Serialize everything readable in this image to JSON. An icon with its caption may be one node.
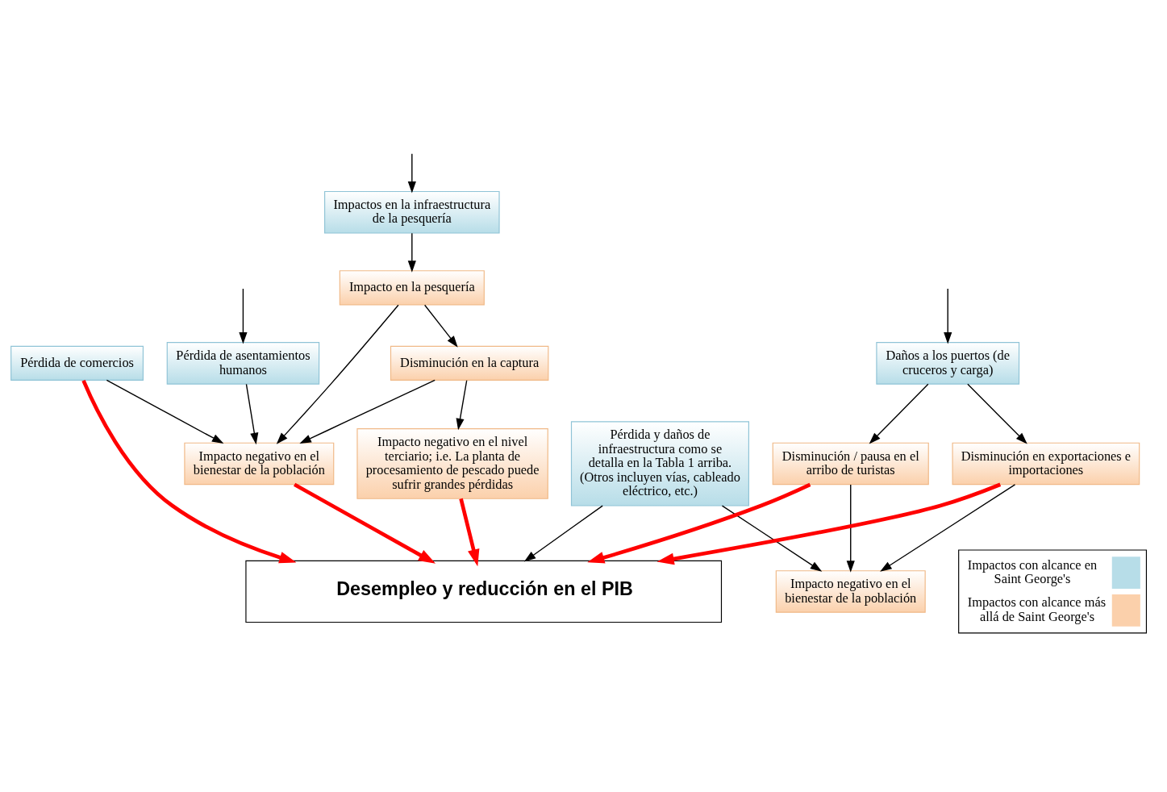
{
  "diagram": {
    "nodes": [
      {
        "text": [
          "Pérdida de asentamientos humanos"
        ]
      },
      {
        "text": [
          "Pérdida de comercios"
        ]
      },
      {
        "text": [
          "Impactos en la infraestructura de la pesquería"
        ]
      },
      {
        "text": [
          "Daños a los puertos (de cruceros y carga)"
        ]
      },
      {
        "text": [
          "Pérdida y daños de infraestructura como se detalla en la Tabla 1 arriba. (Otros incluyen vías, cableado eléctrico, etc.)"
        ]
      },
      {
        "text": [
          "Impacto negativo en el bienestar de la población"
        ]
      },
      {
        "text": [
          "Impacto en la pesquería"
        ]
      },
      {
        "text": [
          "Disminución / pausa en el arribo de turistas"
        ]
      },
      {
        "text": [
          "Disminución en exportaciones e importaciones"
        ]
      },
      {
        "text": [
          "Disminución en la captura"
        ]
      },
      {
        "text": [
          "Impacto negativo en el bienestar de la población"
        ]
      },
      {
        "text": [
          "Impacto negativo en el nivel terciario; i.e. La planta de procesamiento de pescado puede sufrir grandes pérdidas"
        ]
      },
      {
        "text": [
          "Desempleo y reducción en el PIB"
        ]
      }
    ],
    "edges": [
      {
        "from": null,
        "to": 0,
        "arrow": "to"
      },
      {
        "from": null,
        "to": 2,
        "arrow": "to"
      },
      {
        "from": null,
        "to": 3,
        "arrow": "to"
      },
      {
        "from": 0,
        "to": 5,
        "arrow": "to"
      },
      {
        "from": 1,
        "to": 5,
        "arrow": "to"
      },
      {
        "from": 6,
        "to": 5,
        "arrow": "to"
      },
      {
        "from": 9,
        "to": 5,
        "arrow": "to"
      },
      {
        "from": 2,
        "to": 6,
        "arrow": "to"
      },
      {
        "from": 6,
        "to": 9,
        "arrow": "to"
      },
      {
        "from": 9,
        "to": 11,
        "arrow": "to"
      },
      {
        "from": 3,
        "to": 7,
        "arrow": "to"
      },
      {
        "from": 3,
        "to": 8,
        "arrow": "to"
      },
      {
        "from": 4,
        "to": 10,
        "arrow": "to"
      },
      {
        "from": 8,
        "to": 10,
        "arrow": "to"
      },
      {
        "from": 7,
        "to": 10,
        "arrow": "to"
      },
      {
        "from": 4,
        "to": 12,
        "arrow": "to"
      },
      {
        "from": 5,
        "to": 12,
        "arrow": "to",
        "style": "thick",
        "color": "#ff0000"
      },
      {
        "from": 1,
        "to": 12,
        "arrow": "to",
        "style": "thick",
        "color": "#ff0000"
      },
      {
        "from": 11,
        "to": 12,
        "arrow": "to",
        "style": "thick",
        "color": "#ff0000"
      },
      {
        "from": 7,
        "to": 12,
        "arrow": "to",
        "style": "thick",
        "color": "#ff0000"
      },
      {
        "from": 8,
        "to": 12,
        "arrow": "to",
        "style": "thick",
        "color": "#ff0000"
      }
    ],
    "legend": [
      {
        "text": "Impactos con alcance en Saint George's",
        "color": "#b7dde8"
      },
      {
        "text": "Impactos con alcance más allá de Saint George's",
        "color": "#fbd0ab"
      }
    ]
  }
}
